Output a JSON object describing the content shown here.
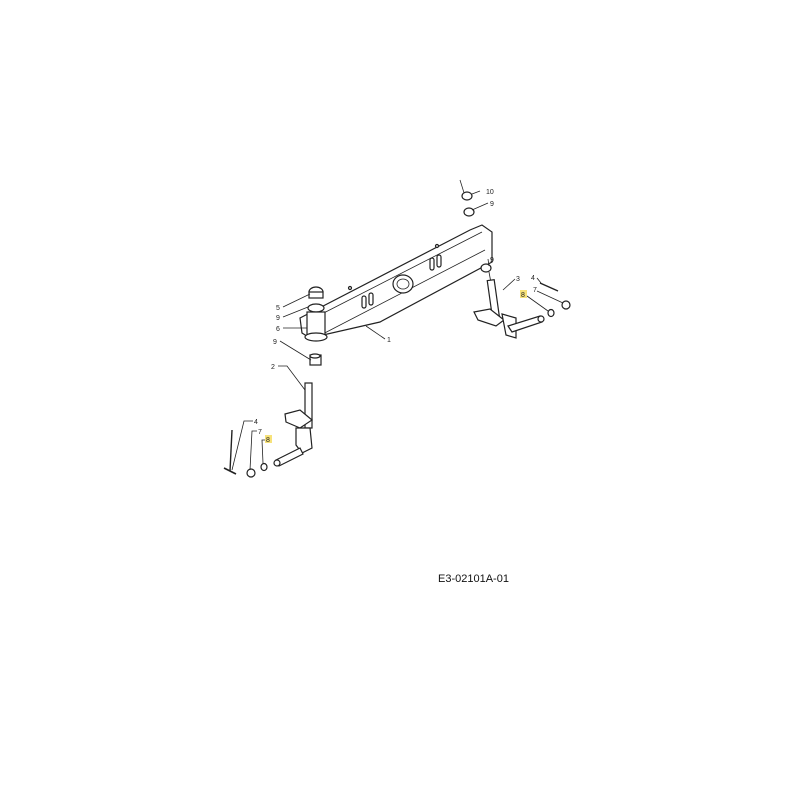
{
  "diagram": {
    "drawing_code": "E3-02101A-01",
    "highlight_color": "#f7e27a",
    "callouts": [
      {
        "id": "c10-top",
        "label": "10"
      },
      {
        "id": "c9-top",
        "label": "9"
      },
      {
        "id": "c9-right",
        "label": "9"
      },
      {
        "id": "c3",
        "label": "3"
      },
      {
        "id": "c4-right",
        "label": "4"
      },
      {
        "id": "c7-right",
        "label": "7"
      },
      {
        "id": "c8-right",
        "label": "8",
        "highlighted": true
      },
      {
        "id": "c5",
        "label": "5"
      },
      {
        "id": "c9-left-upper",
        "label": "9"
      },
      {
        "id": "c6",
        "label": "6"
      },
      {
        "id": "c9-left-lower",
        "label": "9"
      },
      {
        "id": "c2",
        "label": "2"
      },
      {
        "id": "c1",
        "label": "1"
      },
      {
        "id": "c4-left",
        "label": "4"
      },
      {
        "id": "c7-left",
        "label": "7"
      },
      {
        "id": "c8-left",
        "label": "8",
        "highlighted": true
      }
    ]
  }
}
